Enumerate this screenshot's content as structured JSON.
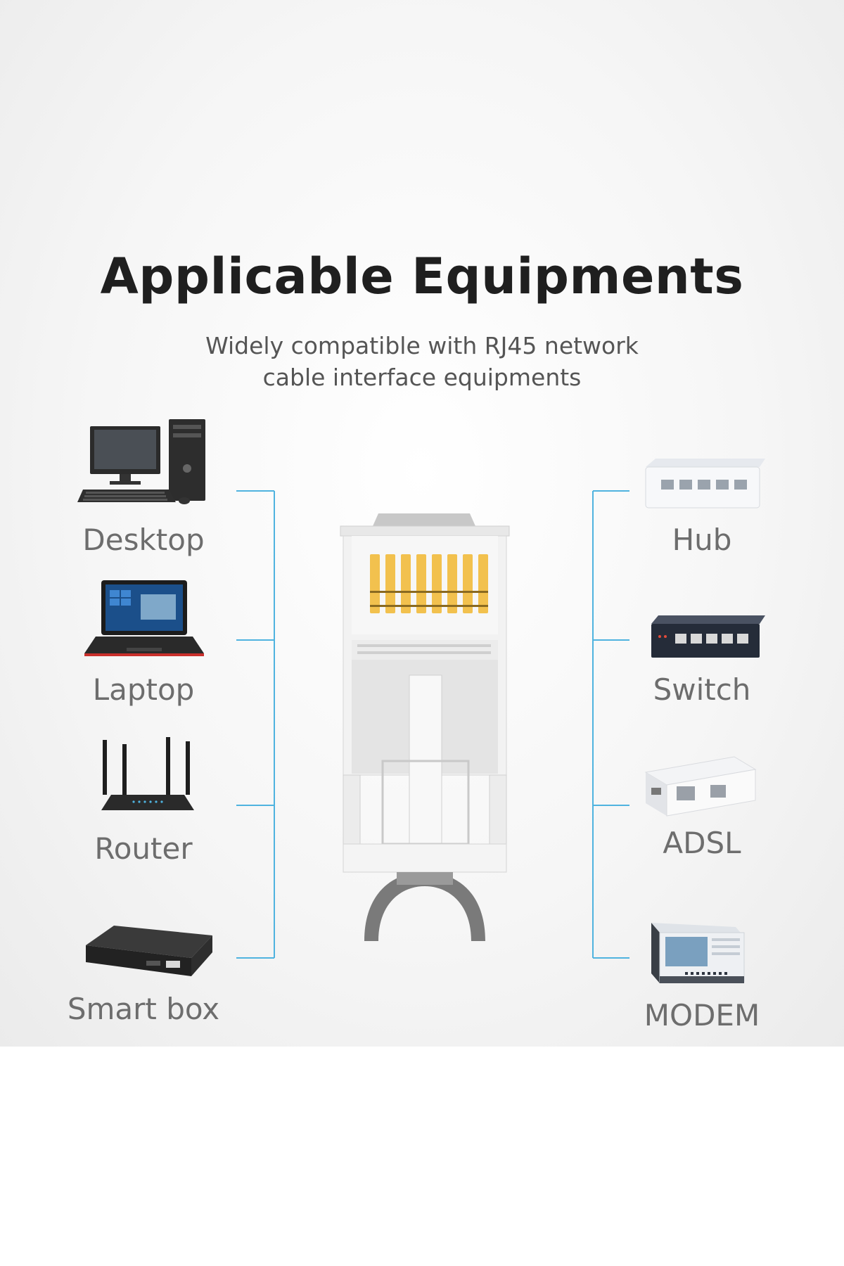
{
  "header": {
    "title": "Applicable Equipments",
    "subtitle_line1": "Widely compatible with RJ45 network",
    "subtitle_line2": "cable interface equipments"
  },
  "left_devices": [
    {
      "label": "Desktop",
      "icon": "desktop-computer-icon"
    },
    {
      "label": "Laptop",
      "icon": "laptop-icon"
    },
    {
      "label": "Router",
      "icon": "wireless-router-icon"
    },
    {
      "label": "Smart box",
      "icon": "smart-box-icon"
    }
  ],
  "right_devices": [
    {
      "label": "Hub",
      "icon": "network-hub-icon"
    },
    {
      "label": "Switch",
      "icon": "network-switch-icon"
    },
    {
      "label": "ADSL",
      "icon": "adsl-splitter-icon"
    },
    {
      "label": "MODEM",
      "icon": "modem-icon"
    }
  ],
  "center_product": {
    "icon": "rj45-connector-icon"
  },
  "colors": {
    "connector_line": "#4fb3df",
    "title": "#1f1f1f",
    "subtitle": "#555555",
    "label": "#6d6d6d",
    "gold_pins": "#f2c14e"
  }
}
